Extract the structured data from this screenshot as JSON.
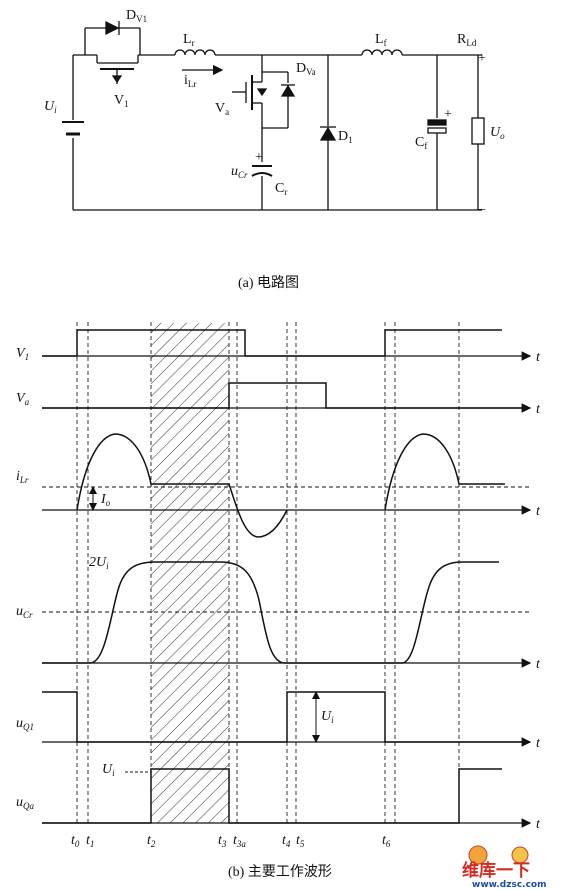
{
  "circuit": {
    "caption": "(a) 电路图",
    "labels": {
      "dv1": {
        "main": "D",
        "sub": "V1"
      },
      "lr": {
        "main": "L",
        "sub": "r"
      },
      "ilr": {
        "main": "i",
        "sub": "Lr"
      },
      "v1": {
        "main": "V",
        "sub": "1"
      },
      "va": {
        "main": "V",
        "sub": "a"
      },
      "dva": {
        "main": "D",
        "sub": "Va"
      },
      "ui": {
        "main": "U",
        "sub": "i"
      },
      "ucr": {
        "main": "u",
        "sub": "Cr"
      },
      "cr": {
        "main": "C",
        "sub": "r"
      },
      "d1": {
        "main": "D",
        "sub": "1"
      },
      "lf": {
        "main": "L",
        "sub": "f"
      },
      "cf": {
        "main": "C",
        "sub": "f"
      },
      "rld": {
        "main": "R",
        "sub": "Ld"
      },
      "uo": {
        "main": "U",
        "sub": "o"
      },
      "plus": "+",
      "minus": "−"
    }
  },
  "waveforms": {
    "caption": "(b) 主要工作波形",
    "axis_label": "t",
    "rows": {
      "v1": {
        "main": "V",
        "sub": "1"
      },
      "va": {
        "main": "V",
        "sub": "a"
      },
      "ilr": {
        "main": "i",
        "sub": "Lr"
      },
      "ucr": {
        "main": "u",
        "sub": "Cr"
      },
      "uq1": {
        "main": "u",
        "sub": "Q1"
      },
      "uqa": {
        "main": "u",
        "sub": "Qa"
      }
    },
    "annotations": {
      "io": {
        "main": "I",
        "sub": "o"
      },
      "two_ui": {
        "main": "2U",
        "sub": "i"
      },
      "ui_q1": {
        "main": "U",
        "sub": "i"
      },
      "ui_qa": {
        "main": "U",
        "sub": "i"
      }
    },
    "time_marks": [
      {
        "main": "t",
        "sub": "0"
      },
      {
        "main": "t",
        "sub": "1"
      },
      {
        "main": "t",
        "sub": "2"
      },
      {
        "main": "t",
        "sub": "3"
      },
      {
        "main": "t",
        "sub": "3a"
      },
      {
        "main": "t",
        "sub": "4"
      },
      {
        "main": "t",
        "sub": "5"
      },
      {
        "main": "t",
        "sub": "6"
      }
    ]
  },
  "watermark": {
    "brand": "维库一下",
    "url": "www.dzsc.com"
  }
}
